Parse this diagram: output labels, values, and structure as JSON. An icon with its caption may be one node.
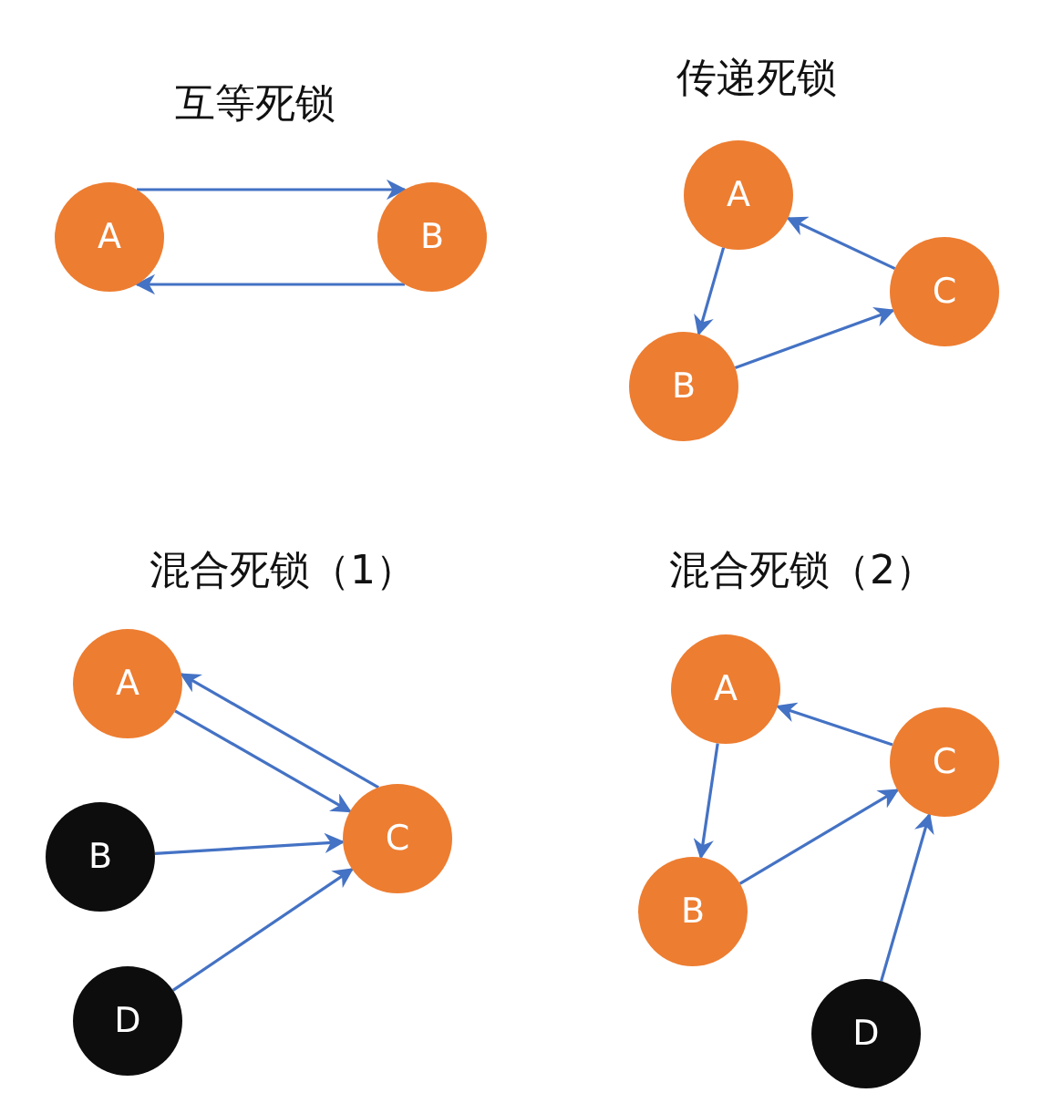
{
  "diagram": {
    "nodes": [
      {
        "text": [
          "A"
        ]
      },
      {
        "text": [
          "B"
        ]
      },
      {
        "text": [
          "A"
        ]
      },
      {
        "text": [
          "C"
        ]
      },
      {
        "text": [
          "B"
        ]
      },
      {
        "text": [
          "A"
        ]
      },
      {
        "text": [
          "B"
        ]
      },
      {
        "text": [
          "C"
        ]
      },
      {
        "text": [
          "D"
        ]
      },
      {
        "text": [
          "A"
        ]
      },
      {
        "text": [
          "C"
        ]
      },
      {
        "text": [
          "B"
        ]
      },
      {
        "text": [
          "D"
        ]
      }
    ],
    "edges": [
      {
        "from": 0,
        "to": 1,
        "arrow": "to"
      },
      {
        "from": 1,
        "to": 0,
        "arrow": "to"
      },
      {
        "from": 2,
        "to": 4,
        "arrow": "to"
      },
      {
        "from": 4,
        "to": 3,
        "arrow": "to"
      },
      {
        "from": 3,
        "to": 2,
        "arrow": "to"
      },
      {
        "from": 5,
        "to": 7,
        "arrow": "to"
      },
      {
        "from": 7,
        "to": 5,
        "arrow": "to"
      },
      {
        "from": 6,
        "to": 7,
        "arrow": "to"
      },
      {
        "from": 8,
        "to": 7,
        "arrow": "to"
      },
      {
        "from": 10,
        "to": 9,
        "arrow": "to"
      },
      {
        "from": 9,
        "to": 11,
        "arrow": "to"
      },
      {
        "from": 11,
        "to": 10,
        "arrow": "to"
      },
      {
        "from": 12,
        "to": 10,
        "arrow": "to"
      }
    ],
    "labels": [
      "互等死锁",
      "传递死锁",
      "混合死锁（1）",
      "混合死锁（2）"
    ]
  }
}
